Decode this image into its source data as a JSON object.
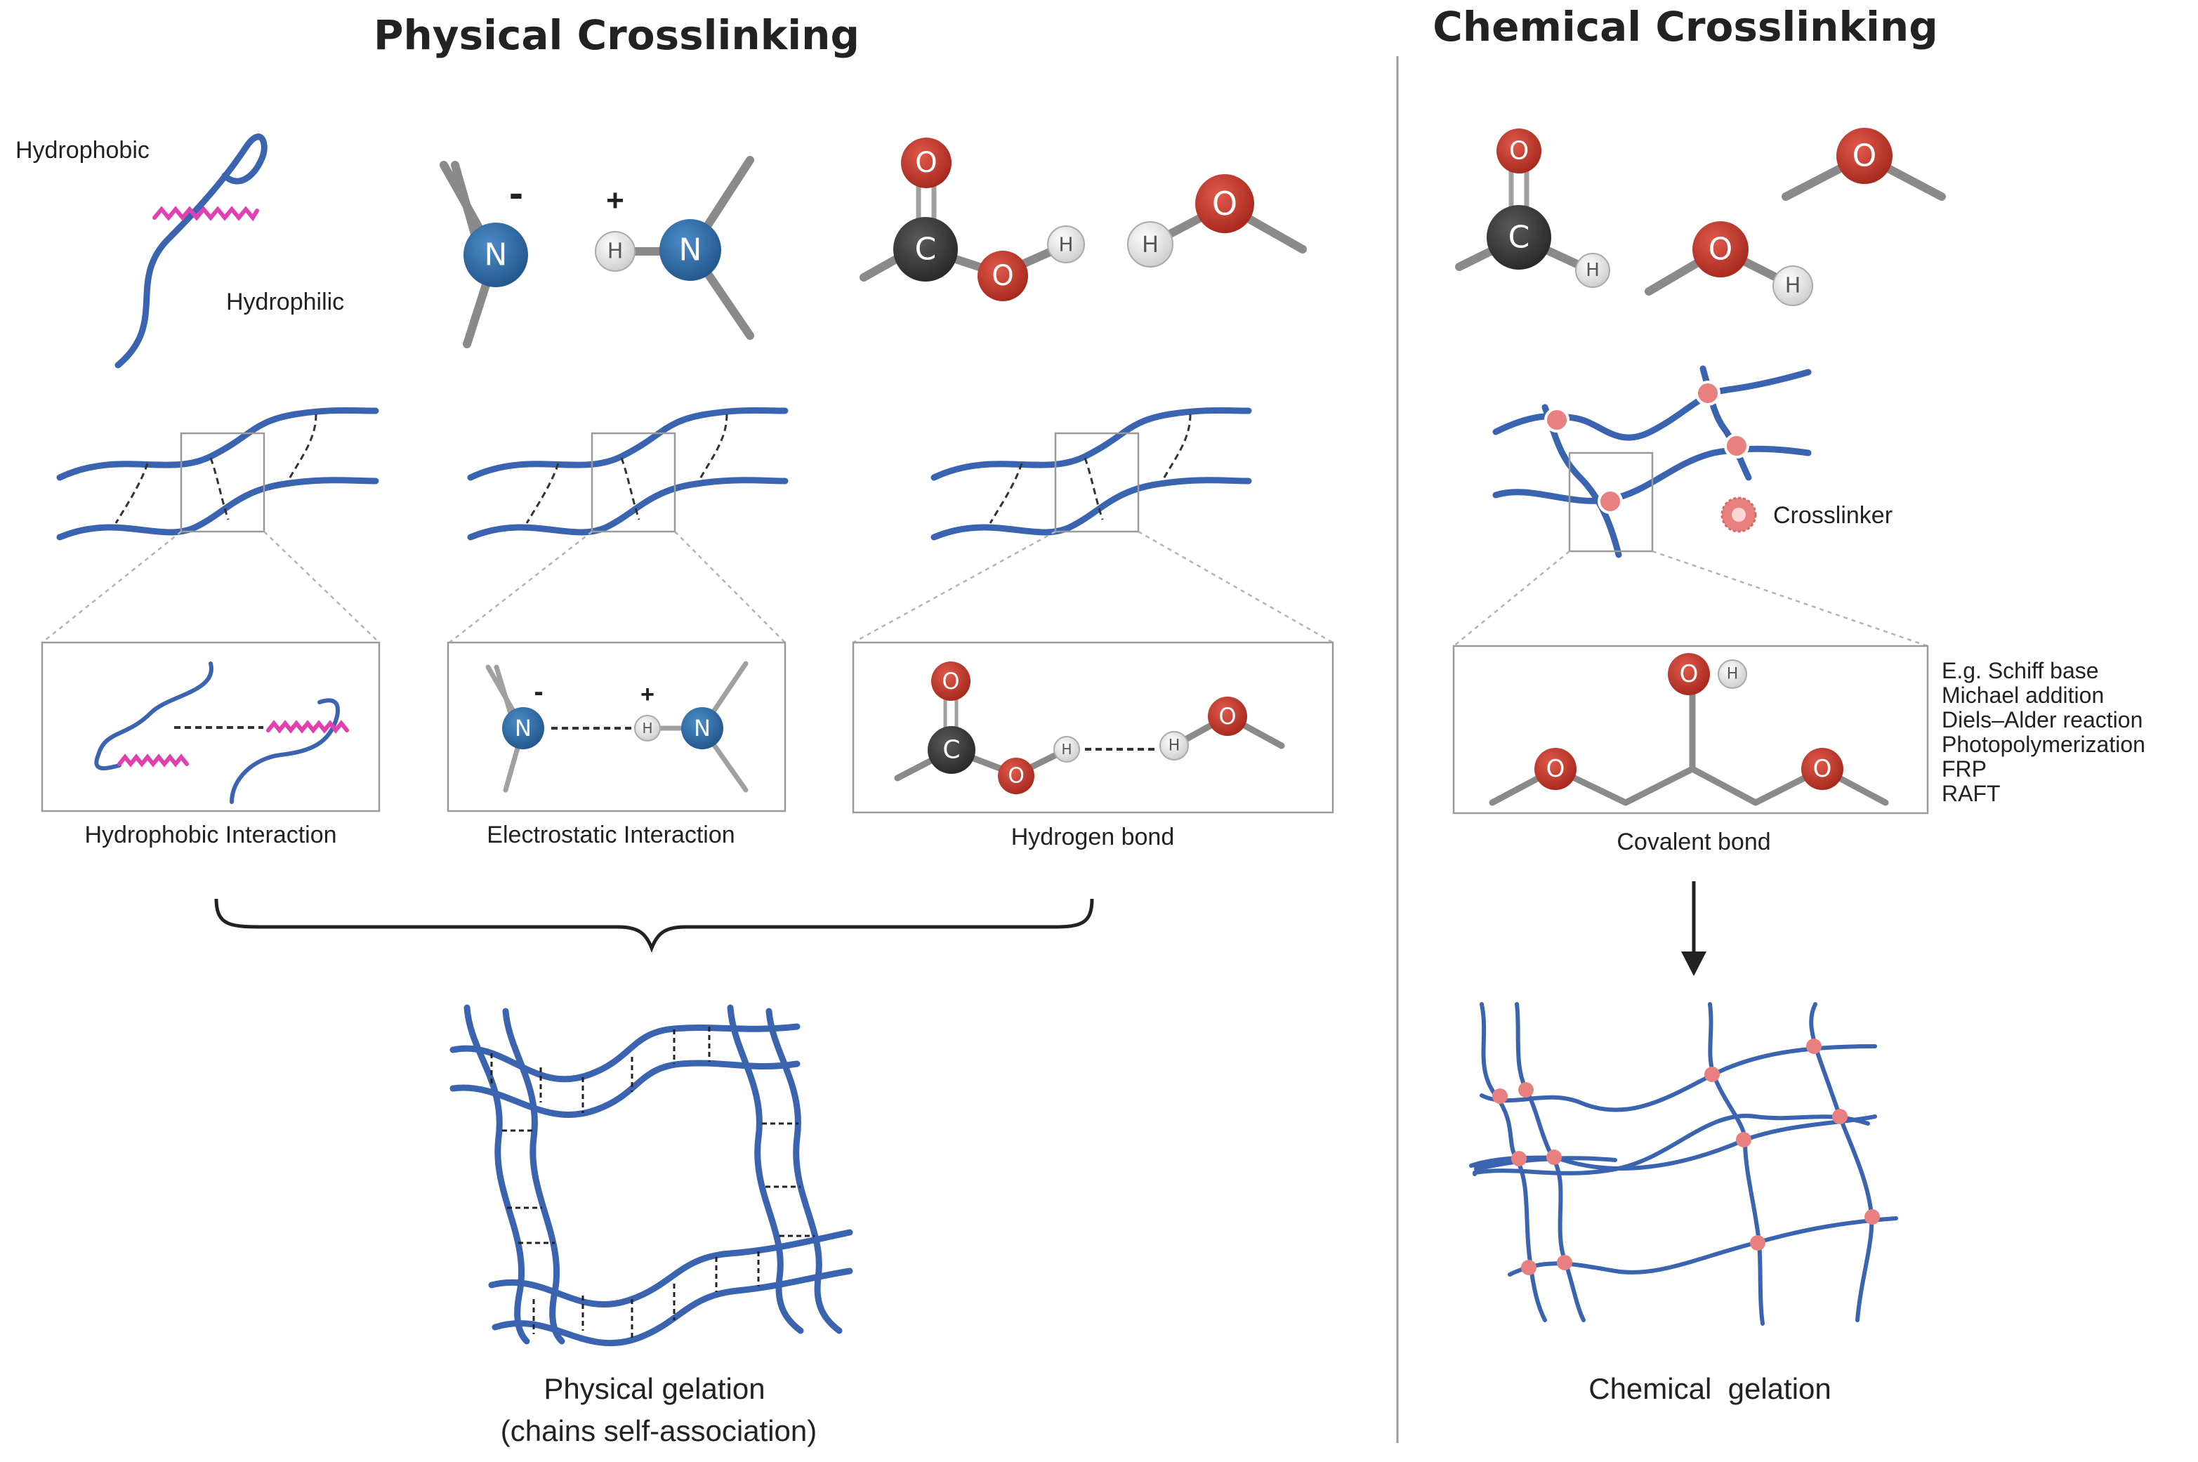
{
  "titles": {
    "physical": "Physical Crosslinking",
    "chemical": "Chemical Crosslinking"
  },
  "labels": {
    "hydrophobic": "Hydrophobic",
    "hydrophilic": "Hydrophilic",
    "crosslinker": "Crosslinker"
  },
  "atoms": {
    "N": "N",
    "O": "O",
    "C": "C",
    "H": "H",
    "minus": "-",
    "plus": "+"
  },
  "captions": {
    "hydrophobic_interaction": "Hydrophobic Interaction",
    "electrostatic_interaction": "Electrostatic Interaction",
    "hydrogen_bond": "Hydrogen bond",
    "covalent_bond": "Covalent bond"
  },
  "reactions": [
    "E.g. Schiff base",
    "Michael addition",
    "Diels–Alder reaction",
    "Photopolymerization",
    "FRP",
    "RAFT"
  ],
  "gelation": {
    "physical_line1": "Physical gelation",
    "physical_line2": "(chains self-association)",
    "chemical": "Chemical  gelation"
  },
  "colors": {
    "chain_blue": "#3a63b0",
    "nitrogen_blue": "#2f6eaa",
    "oxygen_red": "#c0392b",
    "carbon_dark": "#3d3d3d",
    "hydrogen_grey": "#e6e6e6",
    "hydrophobic_pink": "#e040b0",
    "crosslinker_pink": "#e88080"
  }
}
